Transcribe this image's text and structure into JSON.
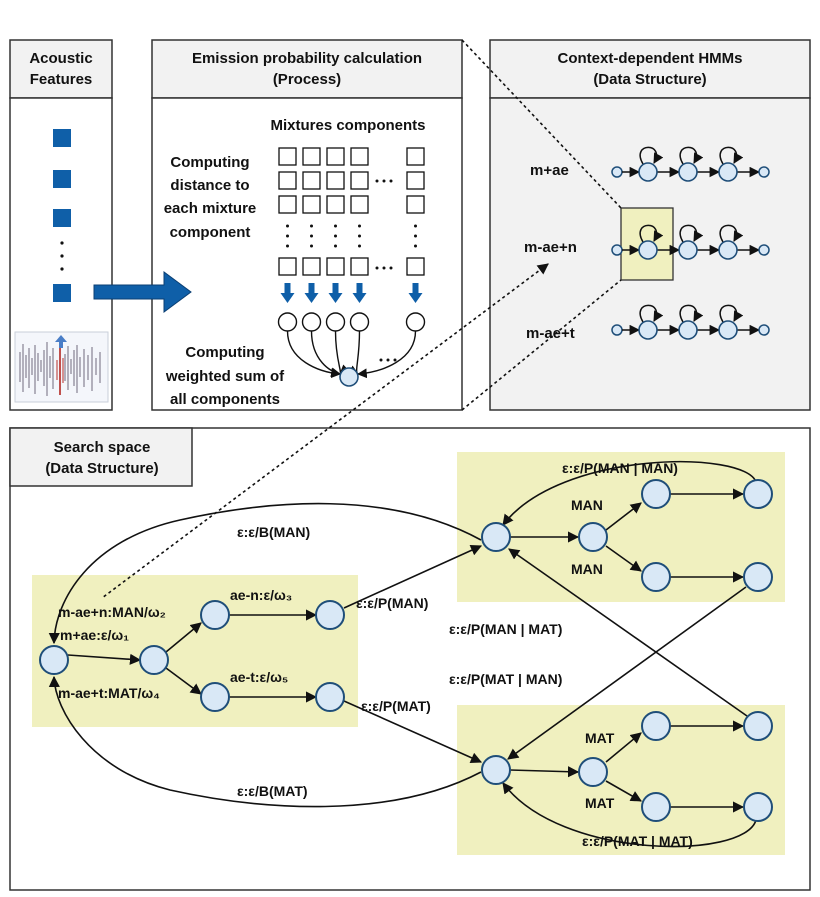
{
  "colors": {
    "node_fill": "#d9e8f6",
    "node_stroke": "#1f4e79",
    "square_fill": "#0f5fa8",
    "highlight_fill": "#f0f0bf",
    "panel_fill": "#f2f2f2"
  },
  "panels": {
    "acoustic": {
      "line1": "Acoustic",
      "line2": "Features"
    },
    "emission": {
      "line1": "Emission probability calculation",
      "line2": "(Process)"
    },
    "hmm": {
      "line1": "Context-dependent HMMs",
      "line2": "(Data Structure)"
    },
    "search": {
      "line1": "Search space",
      "line2": "(Data Structure)"
    }
  },
  "emission": {
    "mixtures_label": "Mixtures components",
    "computing_lines": [
      "Computing",
      "distance to",
      "each mixture",
      "component"
    ],
    "weighted_lines": [
      "Computing",
      "weighted sum of",
      "all components"
    ]
  },
  "hmm": {
    "rows": [
      "m+ae",
      "m-ae+n",
      "m-ae+t"
    ]
  },
  "search": {
    "arc_top_back": "ε:ε/B(MAN)",
    "arc_bottom_back": "ε:ε/B(MAT)",
    "arc_man_n": "m-ae+n:MAN/ω₂",
    "arc_first": "m+ae:ε/ω₁",
    "arc_mat_t": "m-ae+t:MAT/ω₄",
    "arc_aen": "ae-n:ε/ω₃",
    "arc_aet": "ae-t:ε/ω₅",
    "arc_to_man": "ε:ε/P(MAN)",
    "arc_to_mat": "ε:ε/P(MAT)",
    "man_top": "MAN",
    "man_bot": "MAN",
    "mat_top": "MAT",
    "mat_bot": "MAT",
    "loop_man_man": "ε:ε/P(MAN | MAN)",
    "loop_mat_mat": "ε:ε/P(MAT | MAT)",
    "cross_man_mat": "ε:ε/P(MAN | MAT)",
    "cross_mat_man": "ε:ε/P(MAT | MAN)"
  }
}
